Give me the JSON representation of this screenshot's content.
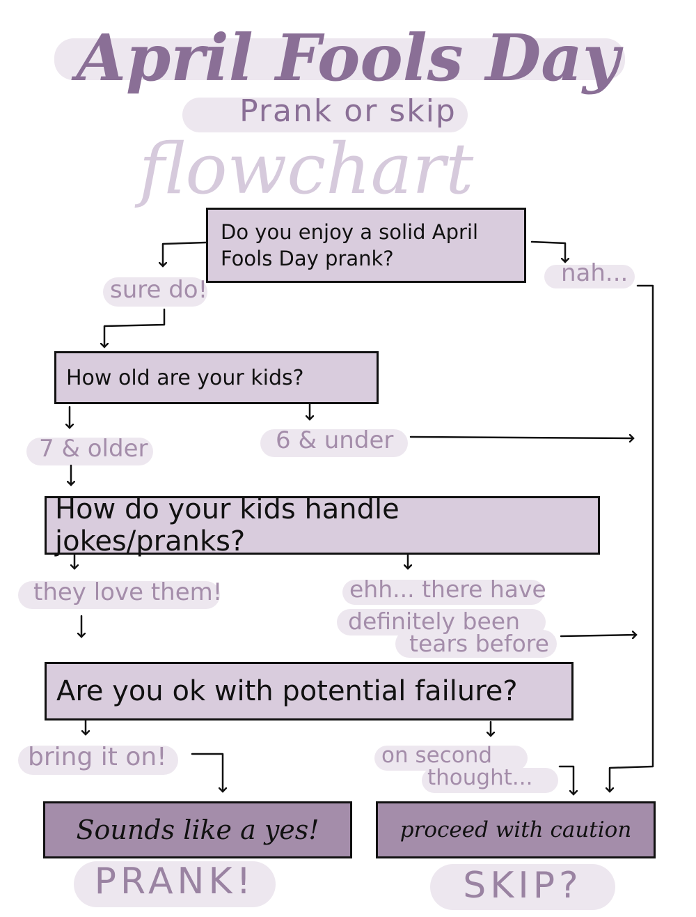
{
  "title": {
    "main": "April Fools Day",
    "sub": "Prank or skip",
    "script": "flowchart"
  },
  "questions": {
    "q1": "Do you enjoy a solid April Fools Day prank?",
    "q2": "How old are your kids?",
    "q3": "How do your kids handle jokes/pranks?",
    "q4": "Are you ok with potential failure?"
  },
  "answers": {
    "q1_yes": "sure do!",
    "q1_no": "nah...",
    "q2_older": "7 & older",
    "q2_under": "6 & under",
    "q3_love": "they love them!",
    "q3_tears_1": "ehh... there have",
    "q3_tears_2": "definitely been",
    "q3_tears_3": "tears before",
    "q4_yes": "bring it on!",
    "q4_no_1": "on second",
    "q4_no_2": "thought..."
  },
  "outcomes": {
    "yes_box": "Sounds like a yes!",
    "yes_result": "PRANK!",
    "caution_box": "proceed with caution",
    "caution_result": "SKIP?"
  },
  "colors": {
    "box_light": "#d9ccdd",
    "box_dark": "#a48daa",
    "label_purple": "#a48daa",
    "title_purple": "#8a6f96",
    "highlight": "#ede7ef"
  }
}
